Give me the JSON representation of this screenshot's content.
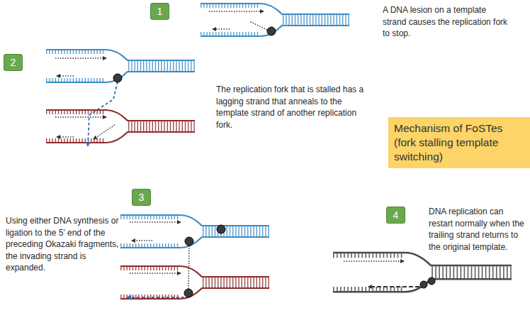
{
  "diagram": {
    "nodes": [
      {
        "text": [
          "1"
        ]
      },
      {
        "text": [
          "2"
        ]
      },
      {
        "text": [
          "Mechanism of FoSTes (fork stalling template switching)"
        ]
      },
      {
        "text": [
          "3"
        ]
      },
      {
        "text": [
          "4"
        ]
      }
    ],
    "labels": [
      "A DNA lesion on a template strand causes the replication fork to stop.",
      "The replication fork that is stalled has a lagging strand that anneals to the template strand of another replication fork.",
      "Using either DNA synthesis or ligation to the 5' end of the preceding Okazaki fragments, the invading strand is expanded.",
      "DNA replication can restart normally when the trailing strand returns to the original template."
    ]
  }
}
